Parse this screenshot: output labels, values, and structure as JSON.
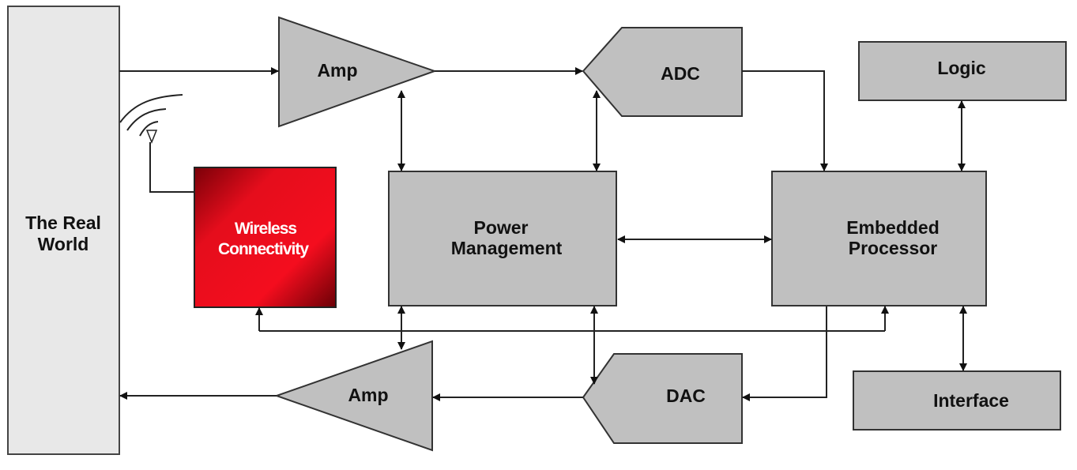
{
  "diagram": {
    "title": "Embedded system signal chain block diagram",
    "accent_color": "#e8101e",
    "block_fill": "#c0c0c0",
    "blocks": {
      "real_world": {
        "line1": "The Real",
        "line2": "World"
      },
      "amp_in": {
        "label": "Amp"
      },
      "adc": {
        "label": "ADC"
      },
      "logic": {
        "label": "Logic"
      },
      "wireless": {
        "line1": "Wireless",
        "line2": "Connectivity"
      },
      "power": {
        "line1": "Power",
        "line2": "Management"
      },
      "processor": {
        "line1": "Embedded",
        "line2": "Processor"
      },
      "amp_out": {
        "label": "Amp"
      },
      "dac": {
        "label": "DAC"
      },
      "interface": {
        "label": "Interface"
      }
    },
    "connections": [
      {
        "from": "The Real World",
        "to": "Amp (input)",
        "type": "one-way"
      },
      {
        "from": "Amp (input)",
        "to": "ADC",
        "type": "one-way"
      },
      {
        "from": "ADC",
        "to": "Embedded Processor",
        "type": "one-way"
      },
      {
        "from": "Logic",
        "to": "Embedded Processor",
        "type": "two-way"
      },
      {
        "from": "Amp (input)",
        "to": "Power Management",
        "type": "two-way"
      },
      {
        "from": "ADC",
        "to": "Power Management",
        "type": "two-way"
      },
      {
        "from": "Power Management",
        "to": "Embedded Processor",
        "type": "two-way"
      },
      {
        "from": "Power Management",
        "to": "Amp (output)",
        "type": "two-way"
      },
      {
        "from": "Power Management",
        "to": "DAC",
        "type": "two-way"
      },
      {
        "from": "Bus",
        "to": "Wireless Connectivity",
        "type": "one-way"
      },
      {
        "from": "Bus",
        "to": "Embedded Processor",
        "type": "one-way"
      },
      {
        "from": "Embedded Processor",
        "to": "DAC",
        "type": "one-way"
      },
      {
        "from": "DAC",
        "to": "Amp (output)",
        "type": "one-way"
      },
      {
        "from": "Amp (output)",
        "to": "The Real World",
        "type": "one-way"
      },
      {
        "from": "Embedded Processor",
        "to": "Interface",
        "type": "two-way"
      },
      {
        "from": "Wireless Connectivity",
        "to": "Antenna",
        "type": "line"
      }
    ]
  }
}
